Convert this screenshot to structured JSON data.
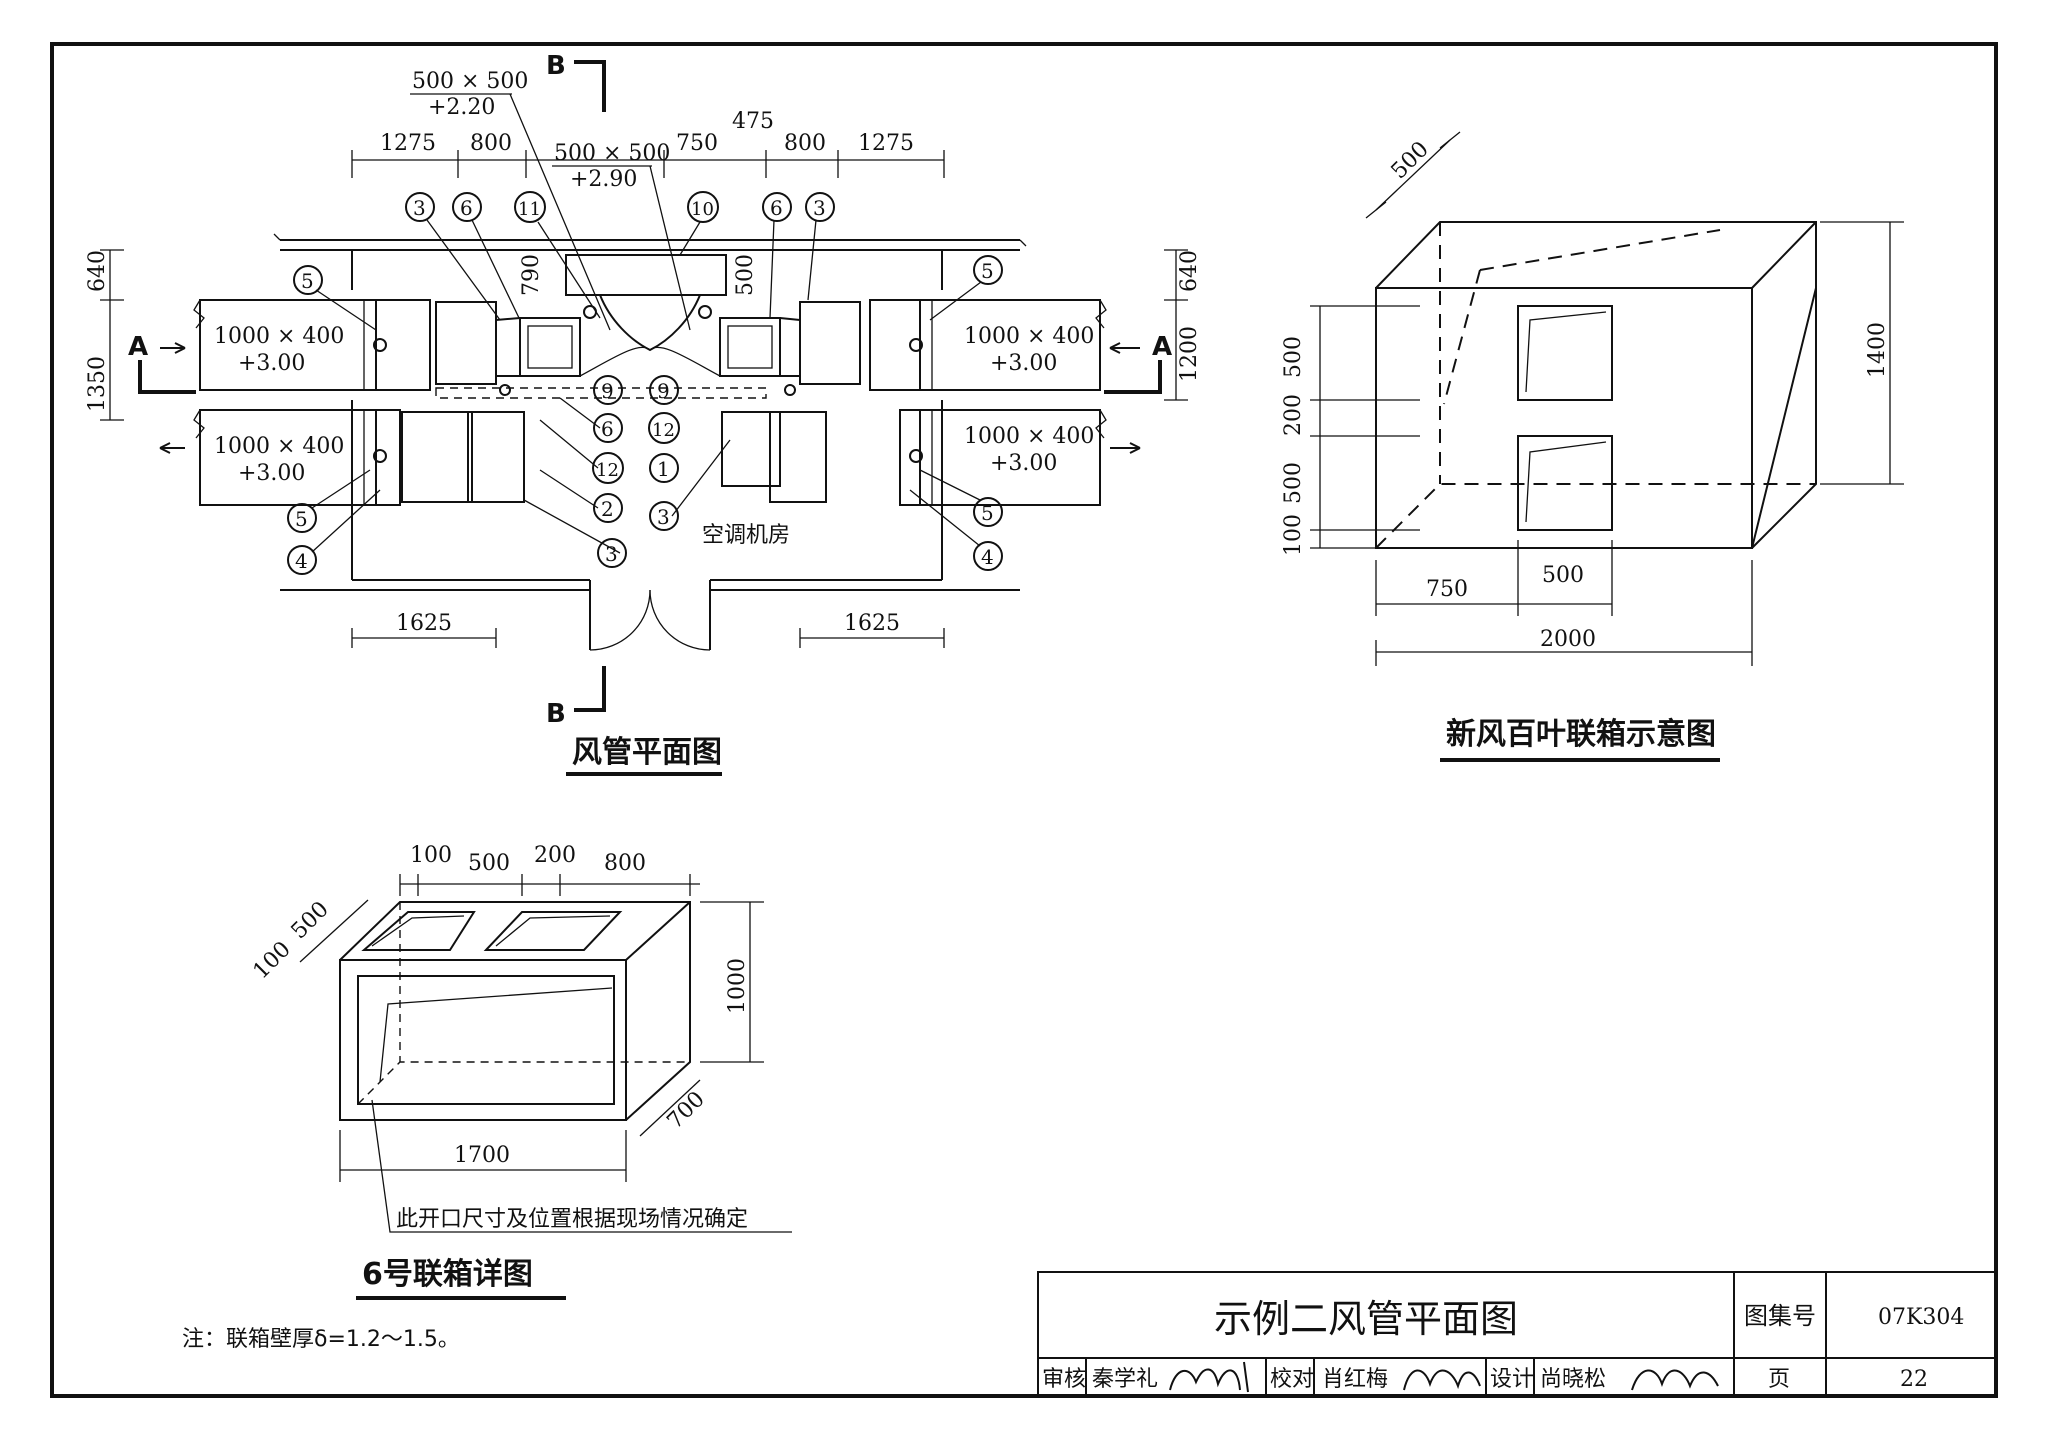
{
  "plan": {
    "title": "风管平面图",
    "room": "空调机房",
    "section_a": "A",
    "section_b": "B",
    "dims_top_left": [
      "1275",
      "800"
    ],
    "dims_top_right": [
      "750",
      "475",
      "800",
      "1275"
    ],
    "dims_bottom": [
      "1625",
      "1625"
    ],
    "dims_left": [
      "640",
      "1350"
    ],
    "dims_right": [
      "640",
      "1200"
    ],
    "dim_790": "790",
    "dim_500": "500",
    "box_a_size": "500 × 500",
    "box_a_elev": "+2.20",
    "box_b_size": "500 × 500",
    "box_b_elev": "+2.90",
    "duct_size": "1000 × 400",
    "duct_elev": "+3.00",
    "callouts": {
      "c1": "1",
      "c2": "2",
      "c3": "3",
      "c4": "4",
      "c5": "5",
      "c6": "6",
      "c9": "9",
      "c10": "10",
      "c11": "11",
      "c12": "12"
    }
  },
  "louver_box": {
    "title": "新风百叶联箱示意图",
    "dims_left": [
      "500",
      "200",
      "500",
      "100"
    ],
    "dim_top": "500",
    "dim_height": "1400",
    "dim_750": "750",
    "dim_500": "500",
    "dim_width": "2000"
  },
  "box6": {
    "title": "6号联箱详图",
    "dims_top": [
      "100",
      "500",
      "200",
      "800"
    ],
    "dims_side": [
      "100",
      "500"
    ],
    "dim_height": "1000",
    "dim_depth": "700",
    "dim_width": "1700",
    "note": "此开口尺寸及位置根据现场情况确定"
  },
  "note": "注：联箱壁厚δ=1.2～1.5。",
  "title_block": {
    "title": "示例二风管平面图",
    "atlas_label": "图集号",
    "atlas_no": "07K304",
    "review_label": "审核",
    "reviewer": "秦学礼",
    "check_label": "校对",
    "checker": "肖红梅",
    "design_label": "设计",
    "designer": "尚晓松",
    "page_label": "页",
    "page_no": "22"
  }
}
